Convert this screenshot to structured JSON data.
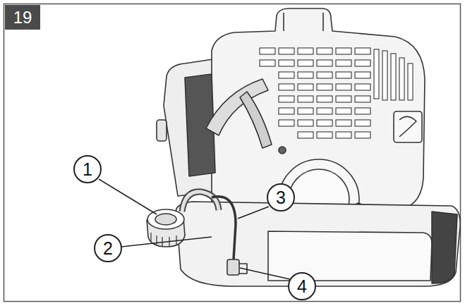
{
  "diagram": {
    "labels": [
      "19",
      "1",
      "2",
      "3",
      "4"
    ]
  }
}
